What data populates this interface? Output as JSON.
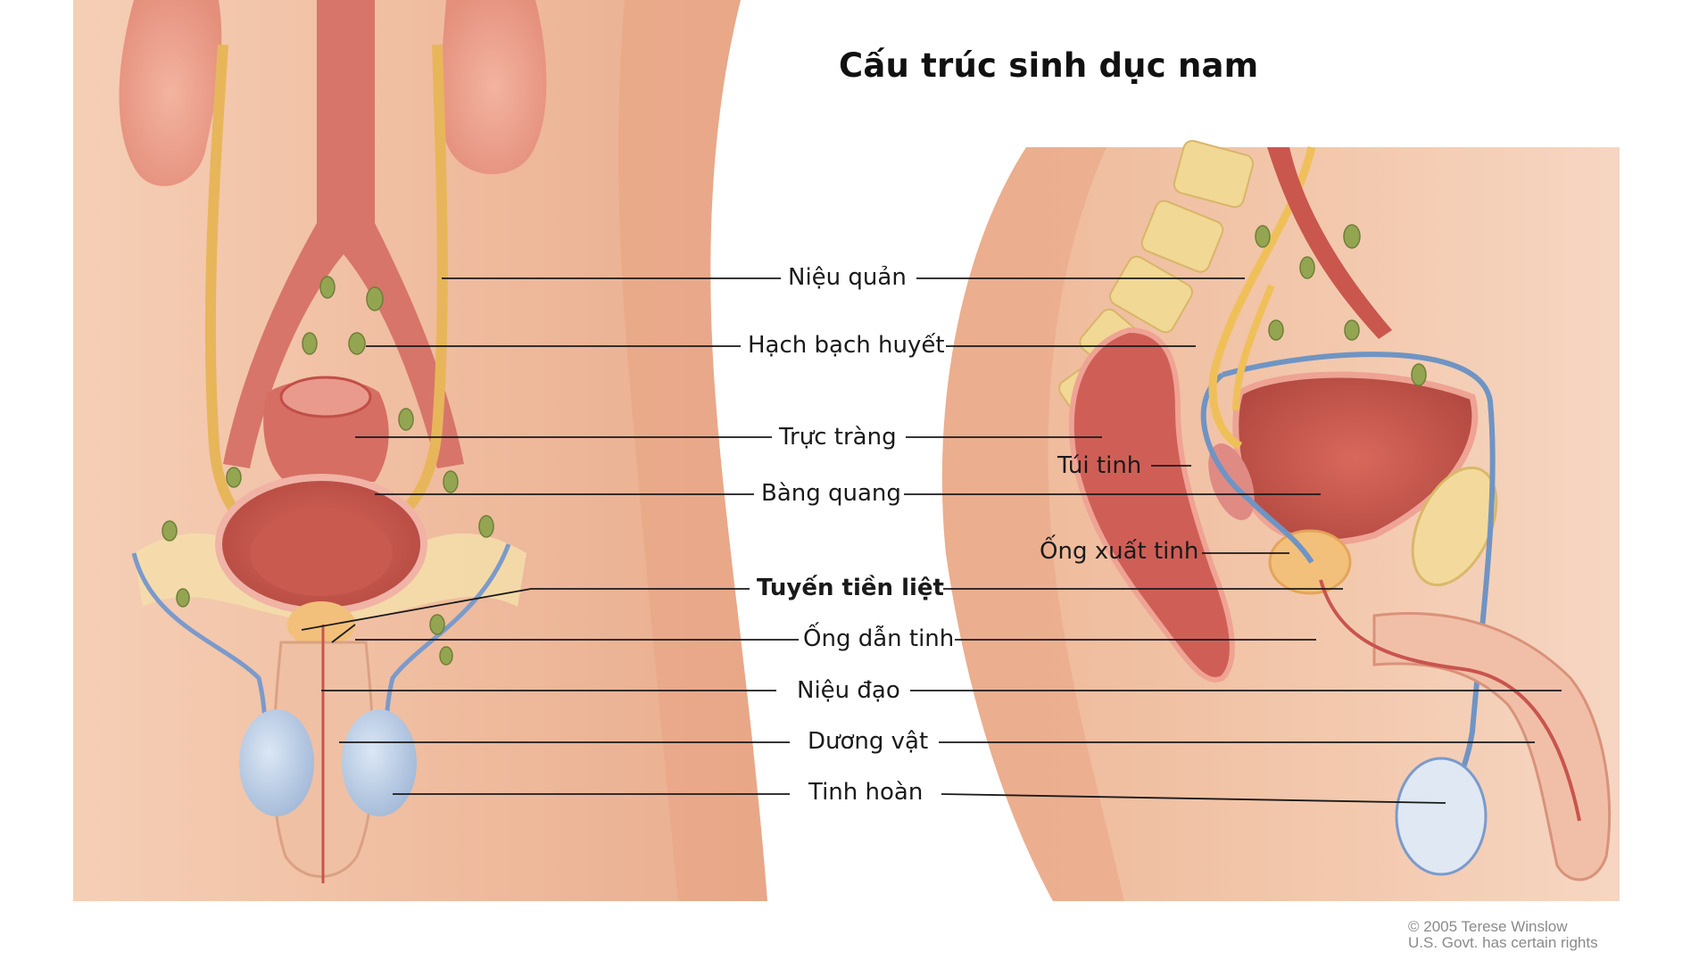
{
  "title": "Cấu trúc sinh dục nam",
  "labels": [
    {
      "id": "ureter",
      "text": "Niệu quản",
      "bold": false
    },
    {
      "id": "lymph",
      "text": "Hạch bạch huyết",
      "bold": false
    },
    {
      "id": "rectum",
      "text": "Trực tràng",
      "bold": false
    },
    {
      "id": "bladder",
      "text": "Bàng quang",
      "bold": false
    },
    {
      "id": "seminal",
      "text": "Túi tinh",
      "bold": false
    },
    {
      "id": "ejaculatory",
      "text": "Ống xuất tinh",
      "bold": false
    },
    {
      "id": "prostate",
      "text": "Tuyến tiền liệt",
      "bold": true
    },
    {
      "id": "vas",
      "text": "Ống dẫn tinh",
      "bold": false
    },
    {
      "id": "urethra",
      "text": "Niệu đạo",
      "bold": false
    },
    {
      "id": "penis",
      "text": "Dương vật",
      "bold": false
    },
    {
      "id": "testis",
      "text": "Tinh hoàn",
      "bold": false
    }
  ],
  "credit": {
    "line1": "© 2005 Terese Winslow",
    "line2": "U.S. Govt. has certain rights"
  },
  "colors": {
    "skin": "#f2c3a6",
    "skin_dark": "#e6a583",
    "organ": "#c9544e",
    "organ_light": "#e98c7e",
    "ureter": "#f1c46a",
    "vein_blue": "#6f94c4",
    "lymph": "#8da24d",
    "bone": "#f3dfa6",
    "testis_blue": "#b5c9e3"
  }
}
